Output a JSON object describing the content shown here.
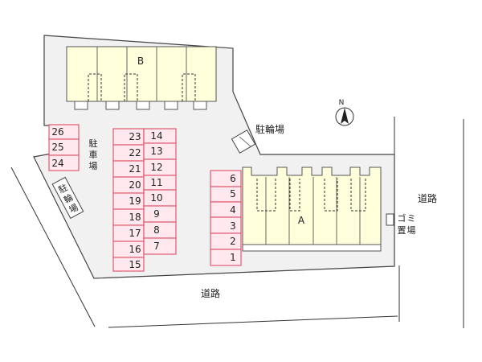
{
  "building_a": {
    "label": "A"
  },
  "building_b": {
    "label": "B"
  },
  "parking": {
    "label_chars": [
      "駐",
      "車",
      "場"
    ],
    "col_left": [
      "26",
      "25",
      "24"
    ],
    "col_mid_a": [
      "23",
      "22",
      "21",
      "20",
      "19",
      "18",
      "17",
      "16",
      "15"
    ],
    "col_mid_b": [
      "14",
      "13",
      "12",
      "11",
      "10",
      "9",
      "8",
      "7"
    ],
    "col_right": [
      "6",
      "5",
      "4",
      "3",
      "2",
      "1"
    ]
  },
  "bicycle_parking_top": {
    "label": "駐輪場"
  },
  "bicycle_parking_side": {
    "label_chars": [
      "駐",
      "輪",
      "場"
    ]
  },
  "garbage": {
    "label_chars_1": [
      "ゴ",
      "ミ"
    ],
    "label_chars_2": [
      "置",
      "場"
    ]
  },
  "road_bottom": {
    "label": "道路"
  },
  "road_right": {
    "label": "道路"
  },
  "compass": {
    "label": "N"
  }
}
